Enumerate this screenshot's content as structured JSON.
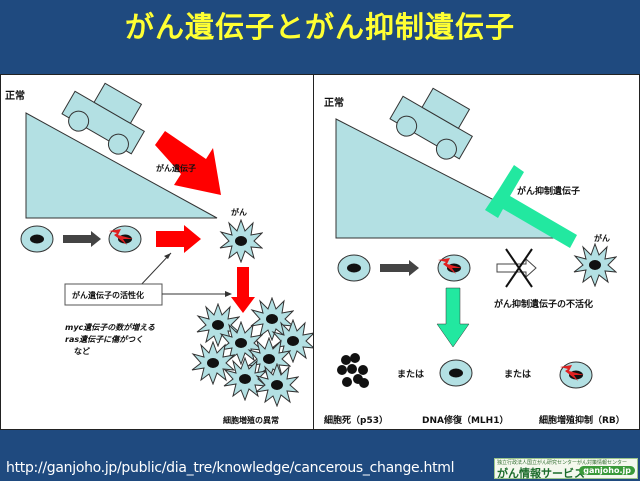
{
  "title": "がん遺伝子とがん抑制遺伝子",
  "left": {
    "label_normal": "正常",
    "label_oncogene": "がん遺伝子",
    "label_cancer": "がん",
    "box_activation": "がん遺伝子の活性化",
    "note_lines": [
      "myc遺伝子の数が増える",
      "ras遺伝子に傷がつく",
      "など"
    ],
    "label_abnormal_growth": "細胞増殖の異常"
  },
  "right": {
    "label_normal": "正常",
    "label_suppressor": "がん抑制遺伝子",
    "label_cancer": "がん",
    "label_inactivation": "がん抑制遺伝子の不活化",
    "or_1": "または",
    "or_2": "または",
    "outcome_apoptosis": "細胞死（p53）",
    "outcome_dna_repair": "DNA修復（MLH1）",
    "outcome_growth_suppression": "細胞増殖抑制（RB）"
  },
  "colors": {
    "background": "#1f4a7f",
    "title": "#ffff33",
    "cell_fill": "#b3e0e3",
    "red_arrow": "#ff0000",
    "green": "#22e8a0"
  },
  "footer": {
    "url": "http://ganjoho.jp/public/dia_tre/knowledge/cancerous_change.html",
    "logo_top": "独立行政法人国立がん研究センターがん対策情報センター",
    "logo_main": "がん情報サービス",
    "logo_badge": "ganjoho.jp"
  }
}
